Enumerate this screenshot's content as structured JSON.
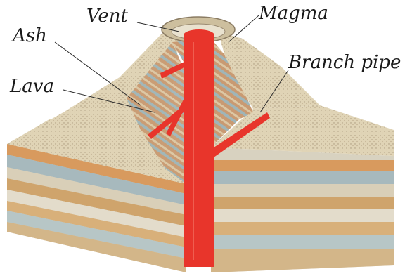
{
  "labels": {
    "vent": "Vent",
    "magma": "Magma",
    "ash": "Ash",
    "branch_pipe": "Branch pipe",
    "lava": "Lava"
  },
  "colors": {
    "magma": "#e8352b",
    "ash_surface": "#ddd0b0",
    "lava_layer_brown": "#b58a63",
    "lava_layer_blue": "#9bb2b6",
    "rock_light": "#dcd7c6",
    "rock_tan": "#d6a86a",
    "rock_blue": "#a8bcc2"
  }
}
